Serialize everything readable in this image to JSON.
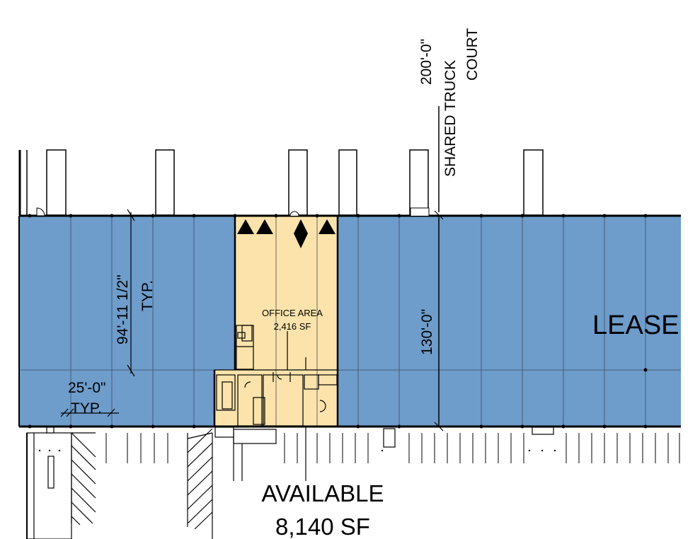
{
  "drawing": {
    "truck_court": {
      "dimension": "200'-0\"",
      "label_line1": "SHARED TRUCK",
      "label_line2": "COURT"
    },
    "bay_depth": {
      "dimension": "94'-11 1/2\"",
      "note": "TYP."
    },
    "bay_width": {
      "dimension": "25'-0\"",
      "note": "TYP."
    },
    "building_depth": {
      "dimension": "130'-0\""
    },
    "office": {
      "label": "OFFICE AREA",
      "area": "2,416 SF"
    },
    "leased_label": "LEASE",
    "available": {
      "label": "AVAILABLE",
      "area": "8,140 SF"
    },
    "colors": {
      "warehouse_fill": "#6e9ccb",
      "office_fill": "#fbe3ab",
      "linework": "#000000"
    }
  }
}
